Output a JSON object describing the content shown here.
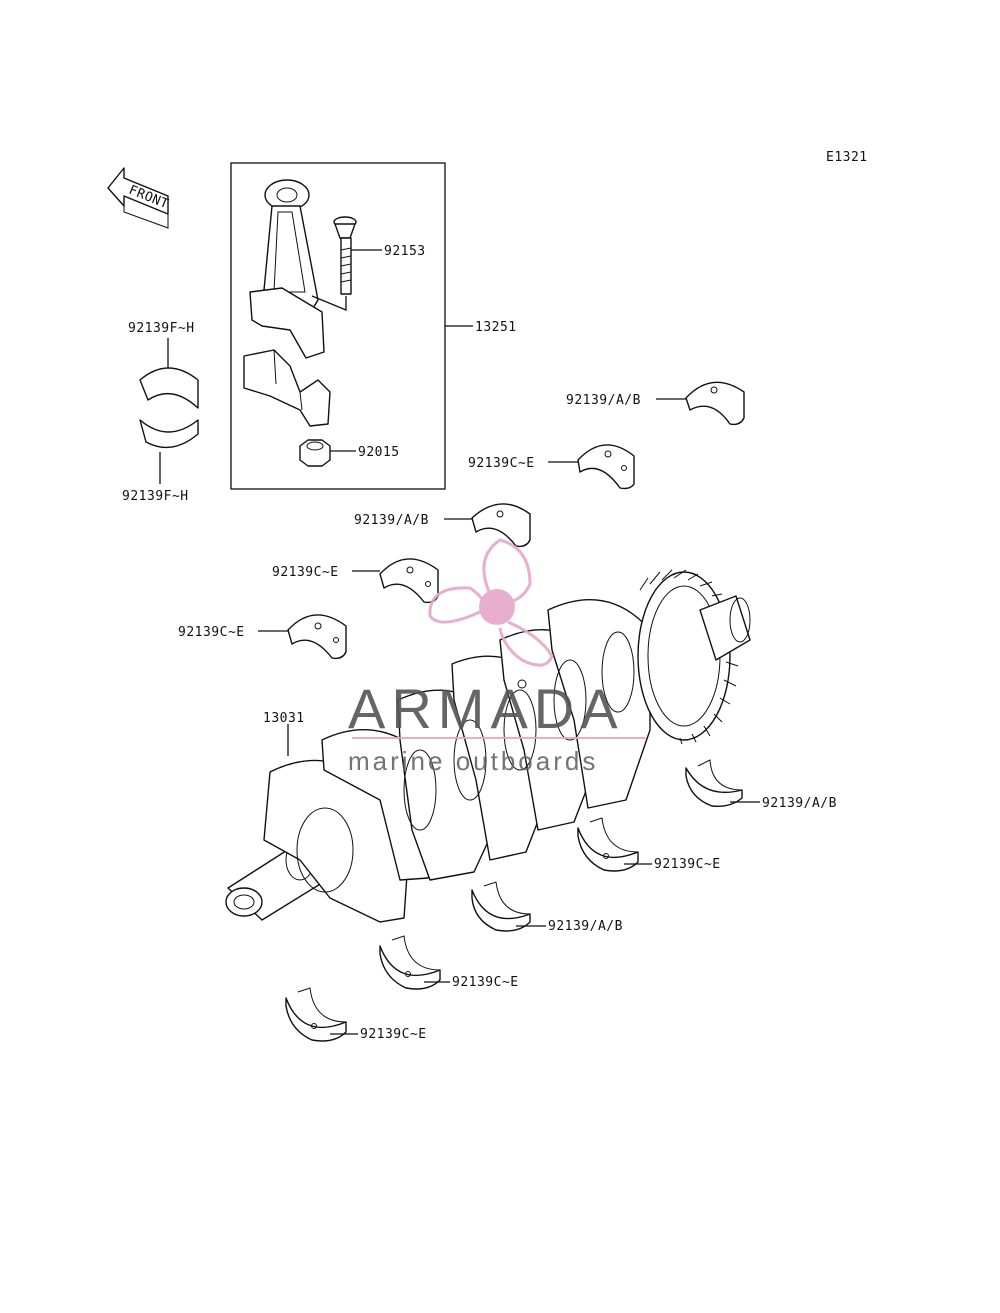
{
  "diagram_code": "E1321",
  "front_label": "FRONT",
  "parts": {
    "rod_bolt": "92153",
    "conrod_assy": "13251",
    "rod_nut": "92015",
    "crankshaft": "13031",
    "bearing_fh_top": "92139F~H",
    "bearing_fh_bottom": "92139F~H",
    "main_ab_1": "92139/A/B",
    "main_ce_1": "92139C~E",
    "main_ab_2": "92139/A/B",
    "main_ce_2": "92139C~E",
    "main_ce_3": "92139C~E",
    "main_ab_3": "92139/A/B",
    "main_ce_4": "92139C~E",
    "main_ab_4": "92139/A/B",
    "main_ce_5": "92139C~E",
    "main_ce_6": "92139C~E"
  },
  "watermark": {
    "brand": "ARMADA",
    "tagline": "marine outboards",
    "accent_color": "#e6a6c8"
  }
}
